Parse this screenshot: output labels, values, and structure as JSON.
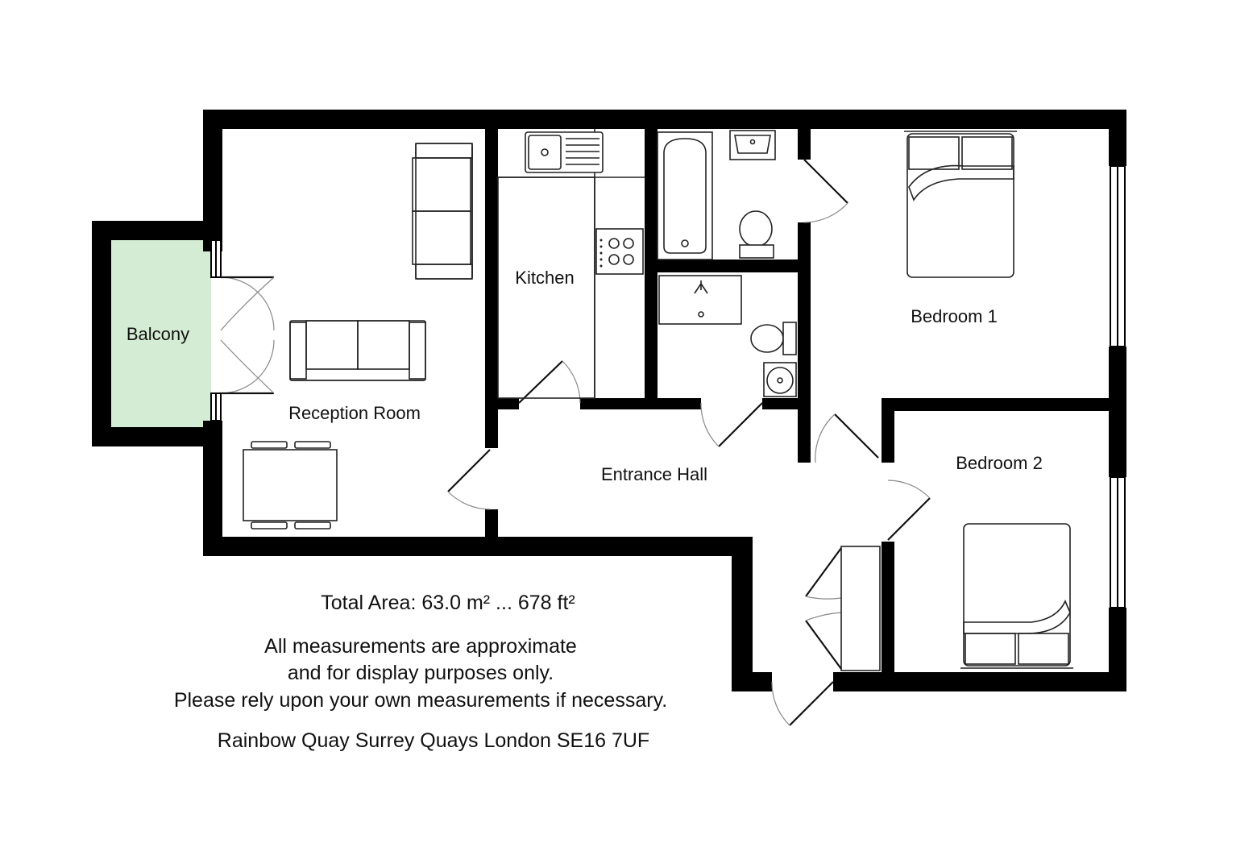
{
  "rooms": {
    "balcony": "Balcony",
    "reception": "Reception Room",
    "kitchen": "Kitchen",
    "hall": "Entrance Hall",
    "bedroom1": "Bedroom 1",
    "bedroom2": "Bedroom 2"
  },
  "notes": {
    "total_area": "Total Area: 63.0 m² ... 678 ft²",
    "disclaimer_1": "All measurements are approximate",
    "disclaimer_2": "and for display purposes only.",
    "disclaimer_3": "Please rely upon your own measurements if necessary.",
    "address": "Rainbow Quay Surrey Quays London SE16 7UF"
  },
  "colors": {
    "wall": "#000000",
    "balcony_fill": "#d5ecd4",
    "fixture_stroke": "#222222",
    "door_swing": "#888888"
  }
}
